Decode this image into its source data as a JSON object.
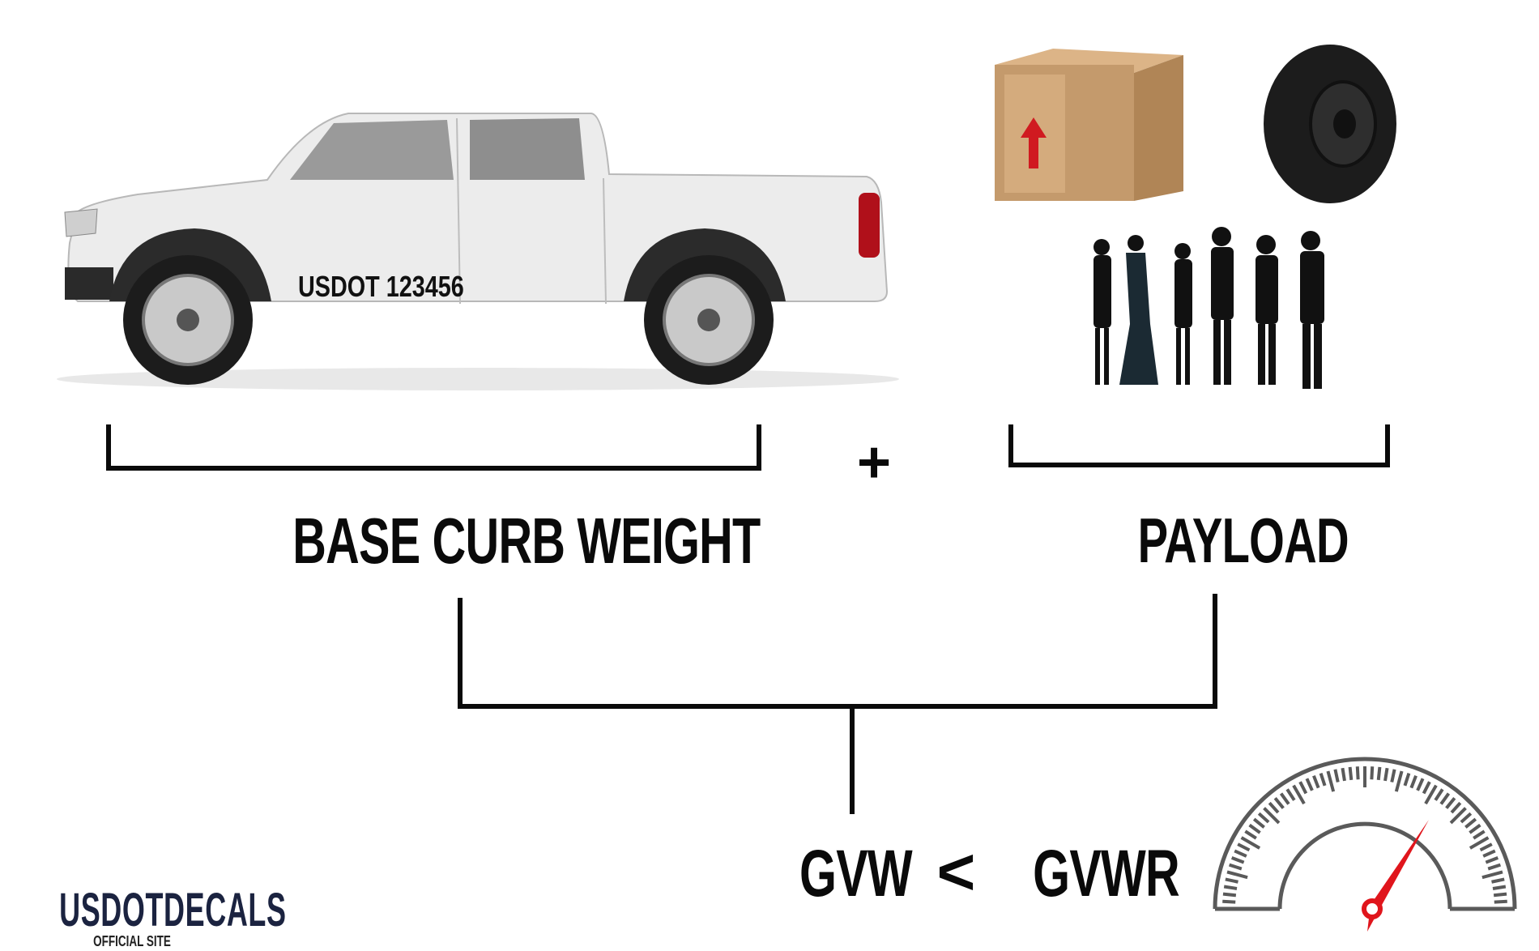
{
  "truck": {
    "door_text": "USDOT 123456"
  },
  "operator_plus": "+",
  "labels": {
    "base_curb_weight": "BASE CURB WEIGHT",
    "payload": "PAYLOAD",
    "gvw": "GVW",
    "comparison": "<",
    "gvwr": "GVWR"
  },
  "logo": {
    "name": "USDOTDECALS",
    "tagline": "OFFICIAL SITE",
    "color": "#1b2340"
  },
  "colors": {
    "lines": "#0a0a0a",
    "gauge": "#5a5a5a",
    "needle": "#e0151c",
    "box": "#c49a6c",
    "arrow": "#d01a20"
  },
  "icons": [
    "pickup-truck-image",
    "cardboard-box-icon",
    "tire-icon",
    "people-silhouettes-icon",
    "gauge-icon"
  ]
}
